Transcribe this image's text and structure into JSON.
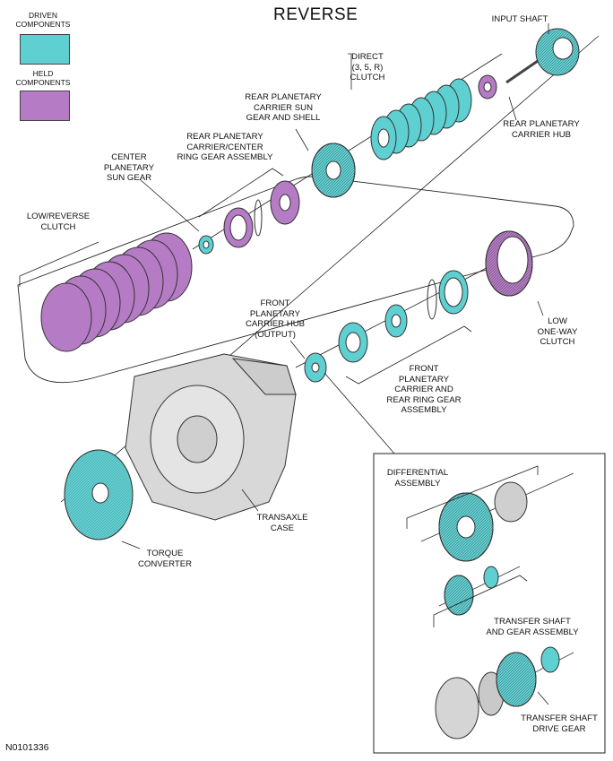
{
  "title": "REVERSE",
  "legend": {
    "driven_label": "DRIVEN\nCOMPONENTS",
    "held_label": "HELD\nCOMPONENTS",
    "driven_color": "#5fd0d2",
    "held_color": "#b57bc4"
  },
  "labels": {
    "input_shaft": "INPUT SHAFT",
    "direct_clutch": "DIRECT\n(3, 5, R)\nCLUTCH",
    "rear_carrier_hub": "REAR PLANETARY\nCARRIER HUB",
    "rear_sun_gear_shell": "REAR PLANETARY\nCARRIER SUN\nGEAR AND SHELL",
    "rear_carrier_center_ring": "REAR PLANETARY\nCARRIER/CENTER\nRING GEAR ASSEMBLY",
    "center_sun_gear": "CENTER\nPLANETARY\nSUN GEAR",
    "low_reverse_clutch": "LOW/REVERSE\nCLUTCH",
    "low_one_way_clutch": "LOW\nONE-WAY\nCLUTCH",
    "front_carrier_hub": "FRONT\nPLANETARY\nCARRIER HUB\n(OUTPUT)",
    "front_carrier_rear_ring": "FRONT\nPLANETARY\nCARRIER AND\nREAR RING GEAR\nASSEMBLY",
    "transaxle_case": "TRANSAXLE\nCASE",
    "torque_converter": "TORQUE\nCONVERTER",
    "differential": "DIFFERENTIAL\nASSEMBLY",
    "transfer_shaft_gear": "TRANSFER SHAFT\nAND GEAR ASSEMBLY",
    "transfer_shaft_drive": "TRANSFER SHAFT\nDRIVE GEAR"
  },
  "figure_id": "N0101336"
}
